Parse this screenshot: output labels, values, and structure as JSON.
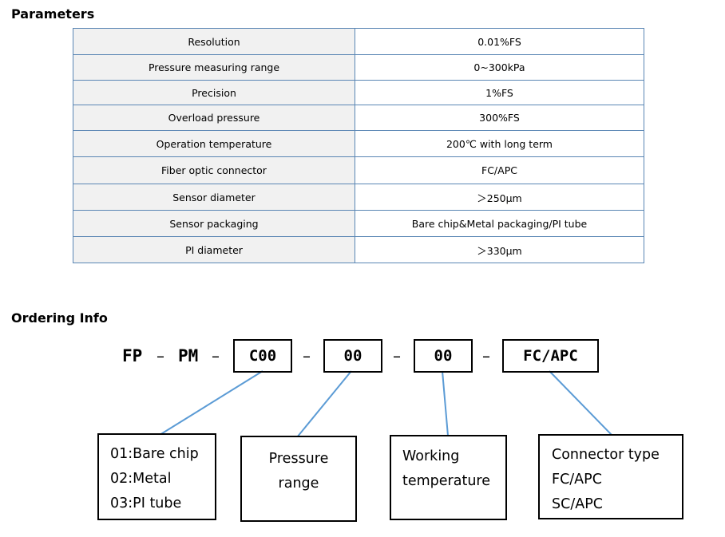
{
  "parameters": {
    "title": "Parameters",
    "rows": [
      {
        "label": "Resolution",
        "value": "0.01%FS"
      },
      {
        "label": "Pressure measuring range",
        "value": "0~300kPa"
      },
      {
        "label": "Precision",
        "value": "1%FS"
      },
      {
        "label": "Overload pressure",
        "value": "300%FS"
      },
      {
        "label": "Operation temperature",
        "value": "200℃ with long term"
      },
      {
        "label": "Fiber optic connector",
        "value": "FC/APC"
      },
      {
        "label": "Sensor diameter",
        "value": "＞250μm"
      },
      {
        "label": "Sensor packaging",
        "value": "Bare chip&Metal packaging/PI tube"
      },
      {
        "label": "PI diameter",
        "value": "＞330μm"
      }
    ]
  },
  "ordering": {
    "title": "Ordering Info",
    "prefix_1": "FP",
    "prefix_2": "PM",
    "dash": "–",
    "codes": [
      "C00",
      "00",
      "00",
      "FC/APC"
    ],
    "descriptions": {
      "packaging": [
        "01:Bare chip",
        "02:Metal",
        "03:PI tube"
      ],
      "range": [
        "Pressure",
        "range"
      ],
      "temperature": [
        "Working",
        "temperature"
      ],
      "connector": [
        "Connector type",
        "FC/APC",
        "SC/APC"
      ]
    },
    "line_color": "#5b9bd5"
  }
}
